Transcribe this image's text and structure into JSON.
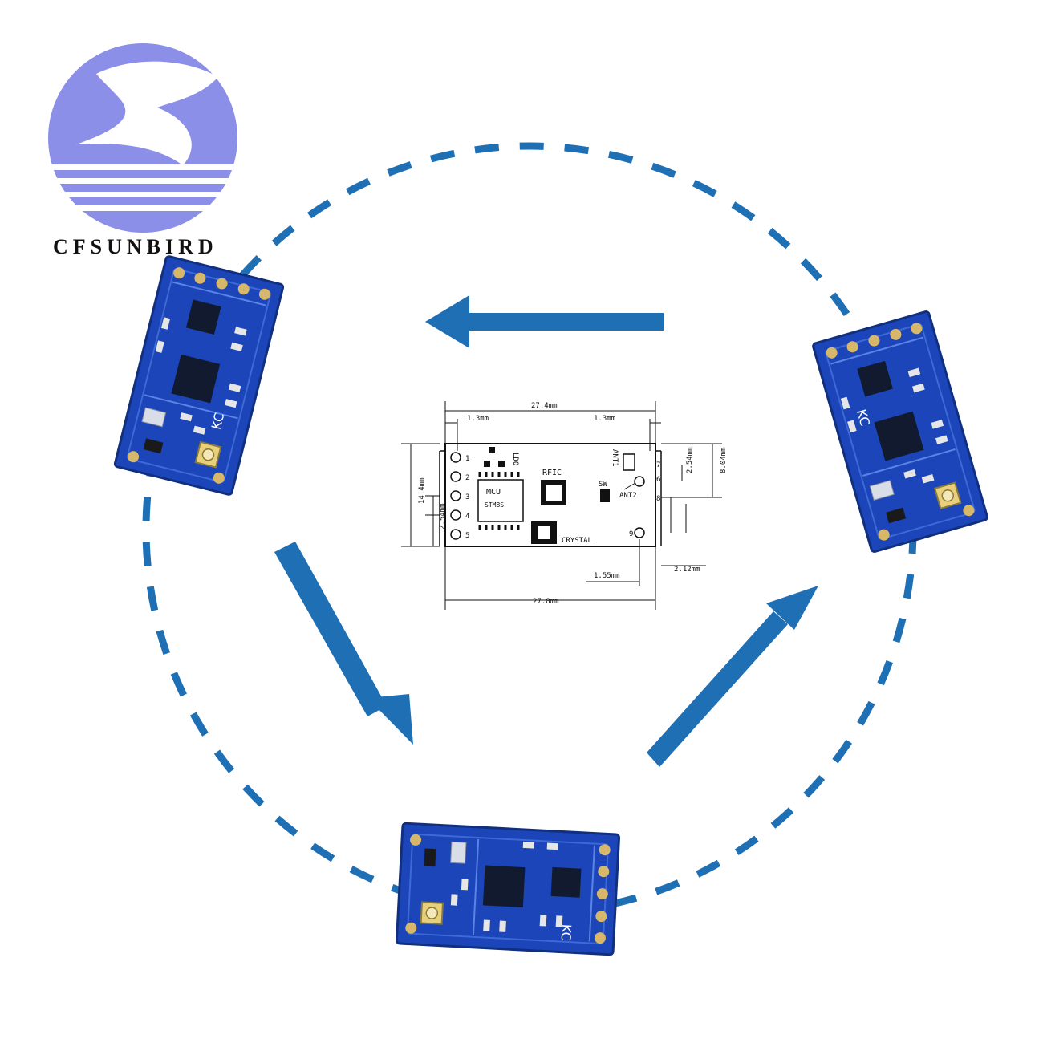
{
  "brand": {
    "name": "CFSUNBIRD"
  },
  "colors": {
    "accent": "#1f6fb5",
    "logo": "#8b8fe8",
    "pcb": "#1b45b8",
    "silk": "#ffffff",
    "gold": "#d7b76a"
  },
  "board": {
    "maker_mark": "KC"
  },
  "drawing": {
    "dims": {
      "overall_top": "27.4mm",
      "left_pitch_top": "1.3mm",
      "right_pitch_top": "1.3mm",
      "height": "14.4mm",
      "left_pitch": "2.54mm",
      "right_pitch": "2.54mm",
      "right_height": "8.04mm",
      "bottom_right": "2.12mm",
      "bottom_offset": "1.55mm",
      "overall_bottom": "27.8mm"
    },
    "left_pins": [
      "1",
      "2",
      "3",
      "4",
      "5"
    ],
    "right_pins": [
      "7",
      "6",
      "8",
      "9"
    ],
    "components": {
      "ldo": "LDO",
      "rfic": "RFIC",
      "mcu": "MCU",
      "mcu_part": "STM8S",
      "sw": "SW",
      "ant1": "ANT1",
      "ant2": "ANT2",
      "crystal": "CRYSTAL"
    }
  }
}
